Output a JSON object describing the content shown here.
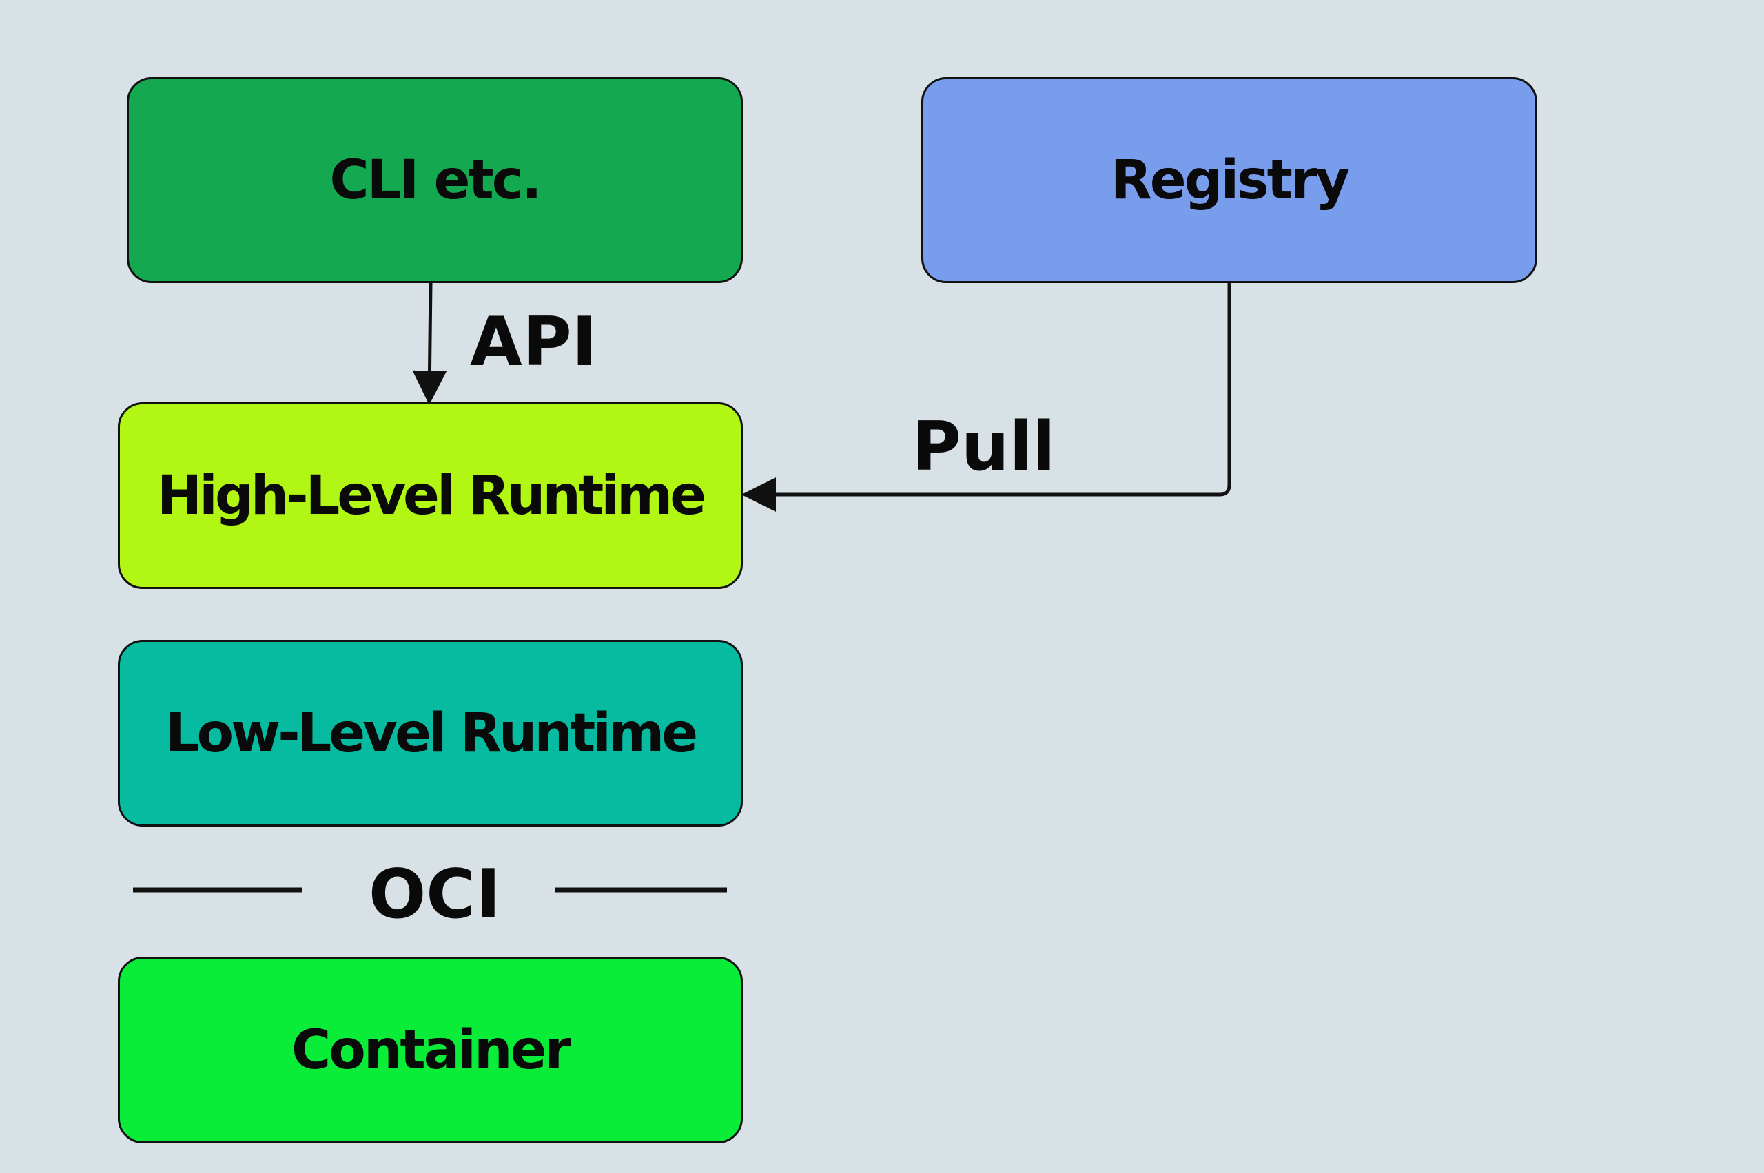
{
  "nodes": {
    "cli": {
      "label": "CLI etc.",
      "color": "#14a951"
    },
    "registry": {
      "label": "Registry",
      "color": "#789ded"
    },
    "high_level_runtime": {
      "label": "High-Level Runtime",
      "color": "#b2f713"
    },
    "low_level_runtime": {
      "label": "Low-Level Runtime",
      "color": "#06bb9f"
    },
    "container": {
      "label": "Container",
      "color": "#09ed38"
    }
  },
  "edges": {
    "api": {
      "label": "API",
      "from": "CLI etc.",
      "to": "High-Level Runtime"
    },
    "pull": {
      "label": "Pull",
      "from": "Registry",
      "to": "High-Level Runtime"
    }
  },
  "separator": {
    "label": "OCI"
  },
  "colors": {
    "background": "#d7e1e6",
    "stroke": "#111111"
  }
}
